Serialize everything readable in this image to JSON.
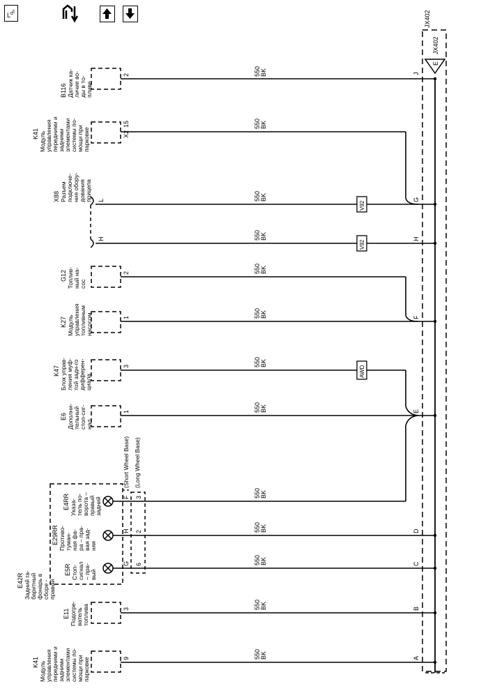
{
  "toolbar": {
    "loc_icon": "loc-icon",
    "wiring_icon": "wiring-tool-icon",
    "up_icon": "arrow-up-icon",
    "down_icon": "arrow-down-icon"
  },
  "ground_block": {
    "top_label": "JX402",
    "inner_label": "JX402",
    "terminal": "E"
  },
  "wire": {
    "gauge": "550",
    "color": "BK"
  },
  "components": {
    "b116": {
      "ref": "B116",
      "desc": [
        "Датчик ка-",
        "личие во-",
        "ды в то-",
        "пливе"
      ],
      "pin": "2",
      "splice_pin": "J"
    },
    "k41_top": {
      "ref": "K41",
      "desc": [
        "Модуль",
        "управления",
        "передними и",
        "задними",
        "элементами",
        "системы по-",
        "мощи при",
        "парковке"
      ],
      "conn": "X2",
      "pin": "15"
    },
    "x88": {
      "ref": "X88",
      "desc": [
        "Разъем",
        "подключе-",
        "ния обору-",
        "дования",
        "прицепа"
      ],
      "pin_l": "L",
      "pin_h": "H",
      "splice_l": "G",
      "splice_h": "H",
      "option": "V92"
    },
    "g12": {
      "ref": "G12",
      "desc": [
        "Топлив-",
        "ный на-",
        "сос"
      ],
      "pin": "2"
    },
    "k27": {
      "ref": "K27",
      "desc": [
        "Модуль",
        "управления",
        "топливным",
        "насосом"
      ],
      "pin": "1",
      "splice_pin": "F"
    },
    "k47": {
      "ref": "K47",
      "desc": [
        "Блок управ-",
        "ления муф-",
        "той задн-го",
        "дифферен-",
        "циала"
      ],
      "pin": "3",
      "option": "AWD"
    },
    "e6": {
      "ref": "E6",
      "desc": [
        "Дополни-",
        "тельный",
        "стоп-сиг-",
        "нал"
      ],
      "pin": "1",
      "splice_pin": "E"
    },
    "e4rr": {
      "ref": "E4RR",
      "desc": [
        "Указа-",
        "тель по-",
        "ворота –",
        "правый",
        "задний"
      ],
      "pin_short": "F",
      "pin_long": "3"
    },
    "e29rr": {
      "ref": "E29RR",
      "desc": [
        "Противо-",
        "туман-",
        "ная фа-",
        "ра – пра-",
        "вая зад-",
        "няя"
      ],
      "pin_short": "H",
      "pin_long": "2",
      "splice_pin": "D"
    },
    "e5r": {
      "ref": "E5R",
      "desc": [
        "Стоп-",
        "сигнал",
        "– пра-",
        "вый"
      ],
      "pin_short": "G",
      "pin_long": "6",
      "splice_pin": "C"
    },
    "e42r": {
      "ref": "E42R",
      "desc": [
        "Задний га-",
        "баритный",
        "фонарь в",
        "сборе -",
        "правый"
      ]
    },
    "e11": {
      "ref": "E11",
      "desc": [
        "Подогре-",
        "ватель",
        "топлива"
      ],
      "pin": "3",
      "splice_pin": "B"
    },
    "k41_bottom": {
      "ref": "K41",
      "desc": [
        "Модуль",
        "управления",
        "передними и",
        "задними",
        "элементами",
        "системы по-",
        "мощи при",
        "парковке"
      ],
      "pin": "9",
      "splice_pin": "A"
    }
  },
  "wheelbase": {
    "short": "(Short Wheel Base)",
    "long": "(Long Wheel Base)"
  }
}
